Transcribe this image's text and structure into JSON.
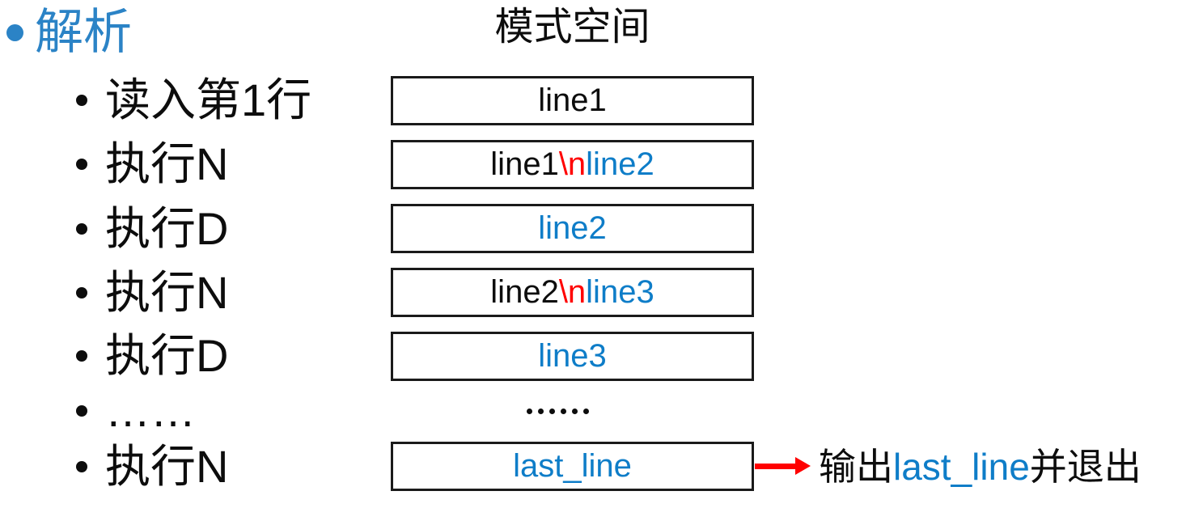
{
  "title": "解析",
  "pattern_space": {
    "header": "模式空间",
    "boxes": [
      {
        "segments": [
          {
            "text": "line1",
            "color": "black"
          }
        ]
      },
      {
        "segments": [
          {
            "text": "line1",
            "color": "black"
          },
          {
            "text": "\\n",
            "color": "red"
          },
          {
            "text": "line2",
            "color": "blue"
          }
        ]
      },
      {
        "segments": [
          {
            "text": "line2",
            "color": "blue"
          }
        ]
      },
      {
        "segments": [
          {
            "text": "line2",
            "color": "black"
          },
          {
            "text": "\\n",
            "color": "red"
          },
          {
            "text": "line3",
            "color": "blue"
          }
        ]
      },
      {
        "segments": [
          {
            "text": "line3",
            "color": "blue"
          }
        ]
      },
      {
        "segments": [
          {
            "text": "last_line",
            "color": "blue"
          }
        ]
      }
    ],
    "ellipsis": "……"
  },
  "steps": [
    "读入第1行",
    "执行N",
    "执行D",
    "执行N",
    "执行D",
    "……",
    "执行N"
  ],
  "output_note": {
    "prefix": "输出",
    "highlight": "last_line",
    "suffix": "并退出"
  },
  "colors": {
    "title_blue": "#2b83c6",
    "text_blue": "#0e7dc8",
    "red": "#ff0000",
    "black": "#0d0d0d"
  }
}
